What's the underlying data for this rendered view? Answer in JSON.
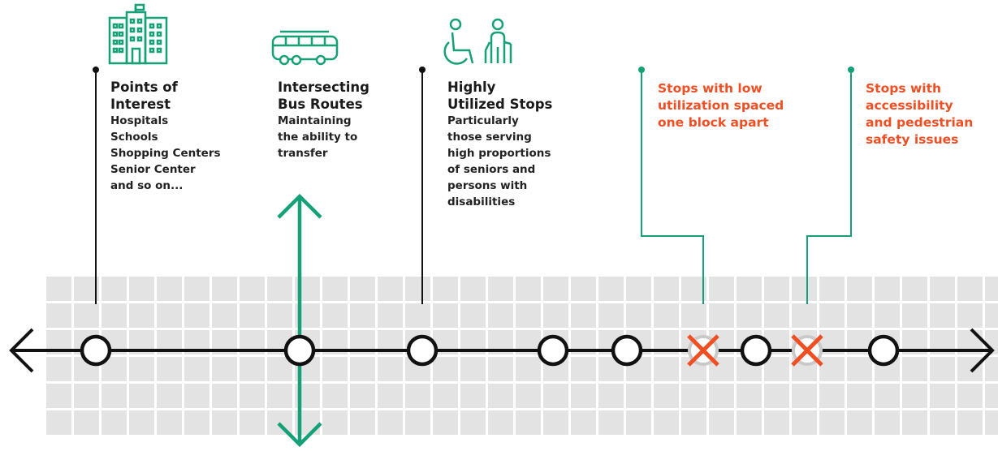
{
  "colors": {
    "green": "#16a077",
    "orange": "#f04e23",
    "black": "#111111",
    "grid": "#e3e3e3"
  },
  "icons": [
    "building-icon",
    "bus-icon",
    "wheelchair-user-icon",
    "senior-person-icon"
  ],
  "labels": {
    "poi": {
      "title": [
        "Points of",
        "Interest"
      ],
      "body": [
        "Hospitals",
        "Schools",
        "Shopping Centers",
        "Senior Center",
        "and so on..."
      ]
    },
    "bus": {
      "title": [
        "Intersecting",
        "Bus Routes"
      ],
      "body": [
        "Maintaining",
        "the ability to",
        "transfer"
      ]
    },
    "utilized": {
      "title": [
        "Highly",
        "Utilized Stops"
      ],
      "body": [
        "Particularly",
        "those serving",
        "high proportions",
        "of seniors and",
        "persons with",
        "disabilities"
      ]
    },
    "low": {
      "title": [
        "Stops with low",
        "utilization spaced",
        "one block apart"
      ]
    },
    "access": {
      "title": [
        "Stops with",
        "accessibility",
        "and pedestrian",
        "safety issues"
      ]
    }
  },
  "stops": [
    {
      "type": "kept"
    },
    {
      "type": "kept"
    },
    {
      "type": "kept"
    },
    {
      "type": "kept"
    },
    {
      "type": "kept"
    },
    {
      "type": "removed"
    },
    {
      "type": "kept"
    },
    {
      "type": "removed"
    },
    {
      "type": "kept"
    }
  ]
}
